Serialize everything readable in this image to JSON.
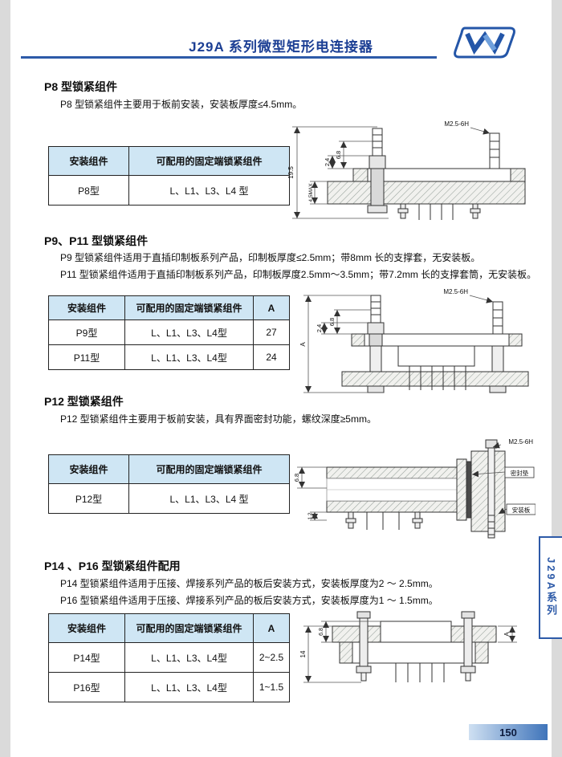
{
  "header": {
    "title": "J29A 系列微型矩形电连接器"
  },
  "side_tab": "J29A系列",
  "footer": {
    "page_number": "150"
  },
  "colors": {
    "accent_blue": "#2d5aa8",
    "table_header_bg": "#cfe6f4",
    "page_edge_gray": "#dadada"
  },
  "sections": [
    {
      "title": "P8 型锁紧组件",
      "paragraphs": [
        "P8 型锁紧组件主要用于板前安装，安装板厚度≤4.5mm。"
      ],
      "table": {
        "headers": [
          "安装组件",
          "可配用的固定端锁紧组件"
        ],
        "rows": [
          [
            "P8型",
            "L、L1、L3、L4 型"
          ]
        ]
      },
      "drawing_labels": [
        "M2.5-6H",
        "2.4",
        "6.8",
        "19.5",
        "4.5MAX"
      ]
    },
    {
      "title": "P9、P11 型锁紧组件",
      "paragraphs": [
        "P9 型锁紧组件适用于直插印制板系列产品，印制板厚度≤2.5mm；带8mm 长的支撑套，无安装板。",
        "P11 型锁紧组件适用于直插印制板系列产品，印制板厚度2.5mm～3.5mm；带7.2mm 长的支撑套筒，无安装板。"
      ],
      "table": {
        "headers": [
          "安装组件",
          "可配用的固定端锁紧组件",
          "A"
        ],
        "rows": [
          [
            "P9型",
            "L、L1、L3、L4型",
            "27"
          ],
          [
            "P11型",
            "L、L1、L3、L4型",
            "24"
          ]
        ]
      },
      "drawing_labels": [
        "M2.5-6H",
        "2.4",
        "6.8",
        "A"
      ]
    },
    {
      "title": "P12 型锁紧组件",
      "paragraphs": [
        "P12 型锁紧组件主要用于板前安装，具有界面密封功能，螺纹深度≥5mm。"
      ],
      "table": {
        "headers": [
          "安装组件",
          "可配用的固定端锁紧组件"
        ],
        "rows": [
          [
            "P12型",
            "L、L1、L3、L4 型"
          ]
        ]
      },
      "drawing_labels": [
        "M2.5-6H",
        "6.8",
        "1.2",
        "密封垫",
        "安装板"
      ]
    },
    {
      "title": "P14 、P16 型锁紧组件配用",
      "paragraphs": [
        "P14 型锁紧组件适用于压接、焊接系列产品的板后安装方式，安装板厚度为2 ～ 2.5mm。",
        "P16 型锁紧组件适用于压接、焊接系列产品的板后安装方式，安装板厚度为1 ～ 1.5mm。"
      ],
      "table": {
        "headers": [
          "安装组件",
          "可配用的固定端锁紧组件",
          "A"
        ],
        "rows": [
          [
            "P14型",
            "L、L1、L3、L4型",
            "2~2.5"
          ],
          [
            "P16型",
            "L、L1、L3、L4型",
            "1~1.5"
          ]
        ]
      },
      "drawing_labels": [
        "14",
        "6.8",
        "A"
      ]
    }
  ]
}
